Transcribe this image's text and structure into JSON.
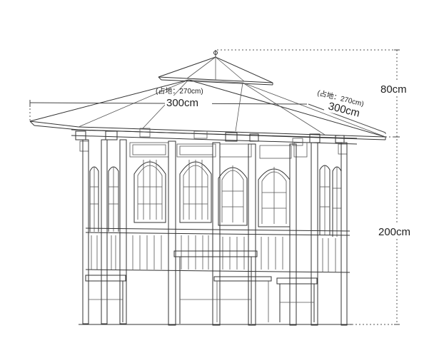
{
  "drawing": {
    "title": "",
    "dimensions": {
      "overall_width": "300cm",
      "overall_width_footprint": "(占地：270cm)",
      "side_width": "300cm",
      "side_width_footprint": "(占地：270cm)",
      "roof_height": "80cm",
      "body_height": "200cm"
    }
  }
}
